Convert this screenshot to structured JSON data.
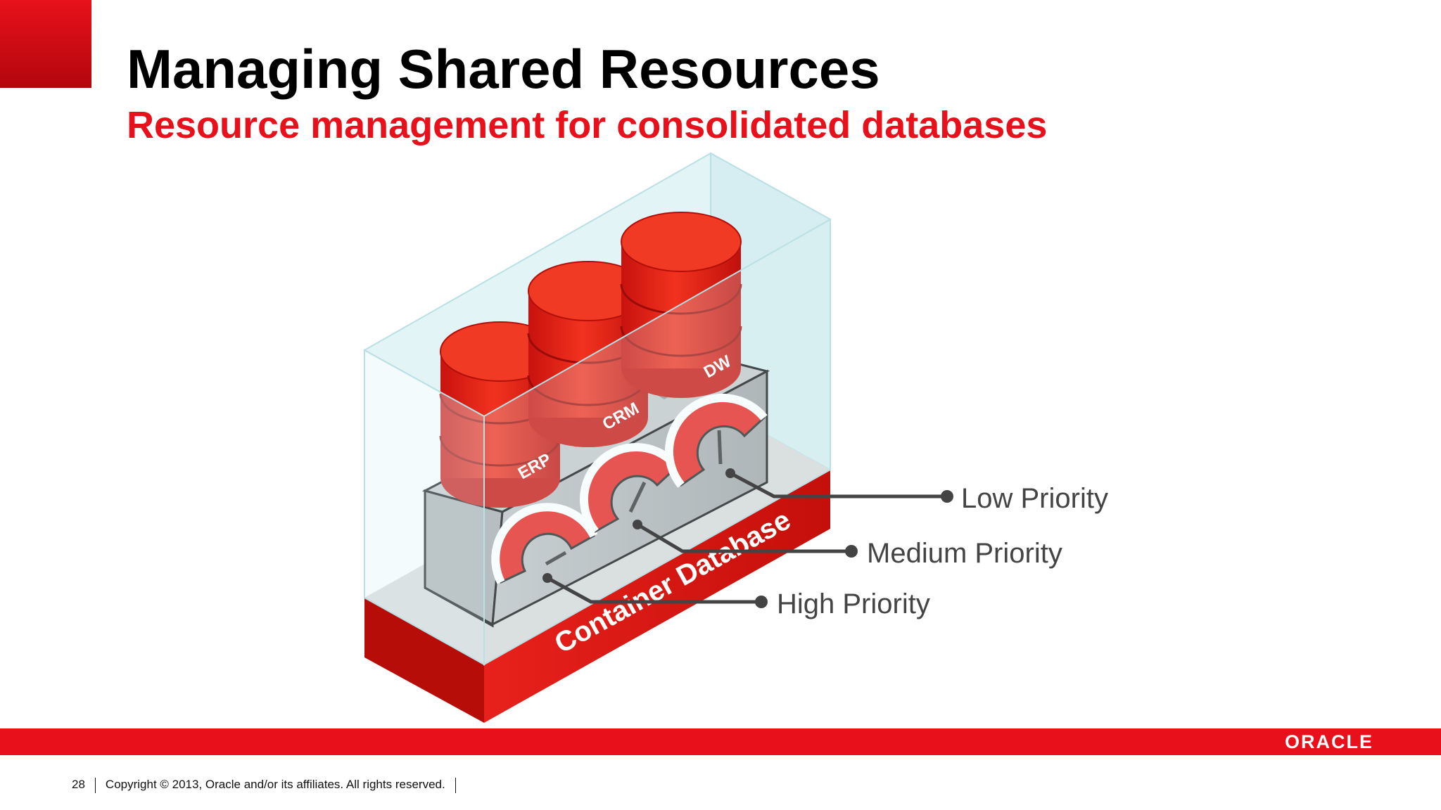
{
  "slide": {
    "title": "Managing Shared Resources",
    "subtitle": "Resource management for consolidated databases"
  },
  "diagram": {
    "base_label": "Container Database",
    "databases": [
      "ERP",
      "CRM",
      "DW"
    ],
    "priorities": [
      {
        "label": "Low Priority",
        "database": "DW"
      },
      {
        "label": "Medium Priority",
        "database": "CRM"
      },
      {
        "label": "High Priority",
        "database": "ERP"
      }
    ],
    "colors": {
      "brand_red": "#e8111b",
      "cylinder_red": "#e8211c",
      "box_gray": "#b4b8bb",
      "container_glass": "#d8f0f2",
      "leader_gray": "#444444",
      "label_gray": "#444444"
    }
  },
  "footer": {
    "page_number": "28",
    "copyright": "Copyright © 2013, Oracle and/or its affiliates. All rights reserved.",
    "logo": "ORACLE"
  }
}
